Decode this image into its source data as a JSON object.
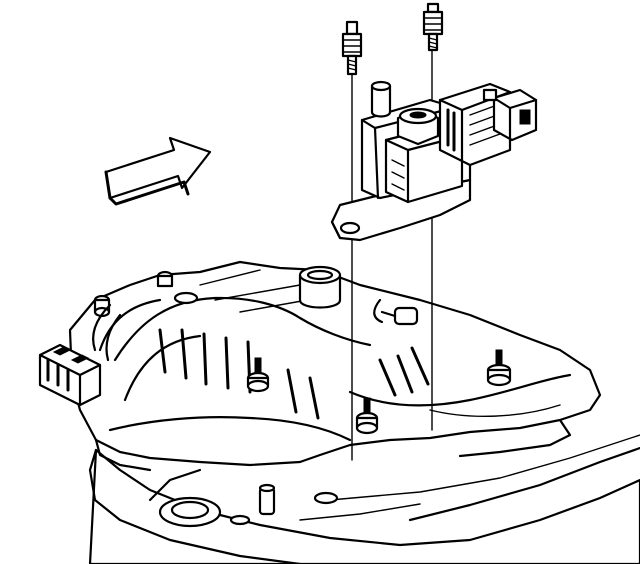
{
  "diagram": {
    "kind": "exploded-view line illustration",
    "parts": [
      {
        "id": "ignition-coil-module-assembly"
      },
      {
        "id": "mounting-stud-left"
      },
      {
        "id": "mounting-stud-right"
      },
      {
        "id": "intake-manifold"
      },
      {
        "id": "engine-block-base"
      },
      {
        "id": "wiring-harness-connector"
      },
      {
        "id": "direction-arrow"
      }
    ],
    "colors": {
      "line": "#000000",
      "background": "#ffffff"
    }
  }
}
